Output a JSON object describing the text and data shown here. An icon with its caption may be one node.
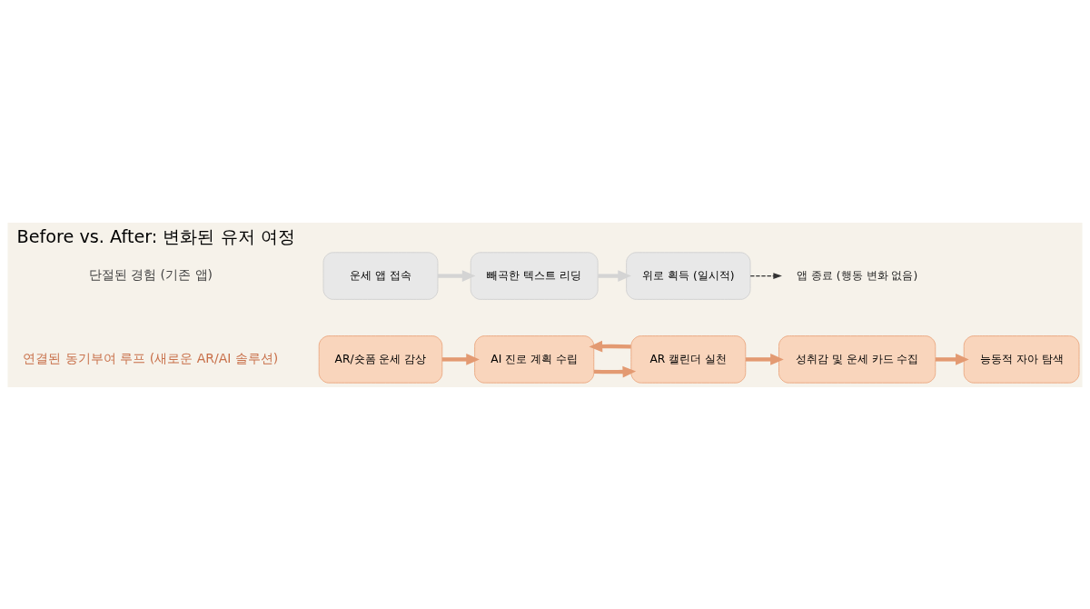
{
  "diagram": {
    "title": "Before vs. After: 변화된 유저 여정",
    "nodes": [
      {
        "text": [
          "운세 앱 접속"
        ]
      },
      {
        "text": [
          "빼곡한 텍스트 리딩"
        ]
      },
      {
        "text": [
          "위로 획득 (일시적)"
        ]
      },
      {
        "text": [
          "앱 종료 (행동 변화 없음)"
        ]
      },
      {
        "text": [
          "AR/숏폼 운세 감상"
        ]
      },
      {
        "text": [
          "AI 진로 계획 수립"
        ]
      },
      {
        "text": [
          "AR 캘린더 실천"
        ]
      },
      {
        "text": [
          "성취감 및 운세 카드 수집"
        ]
      },
      {
        "text": [
          "능동적 자아 탐색"
        ]
      }
    ],
    "edges": [
      {
        "from": 0,
        "to": 1,
        "arrow": "to",
        "color": "#d4d4d4"
      },
      {
        "from": 1,
        "to": 2,
        "arrow": "to",
        "color": "#d4d4d4"
      },
      {
        "from": 2,
        "to": 3,
        "arrow": "to",
        "style": "dashed",
        "color": "#333333"
      },
      {
        "from": 4,
        "to": 5,
        "arrow": "to"
      },
      {
        "from": 5,
        "to": 6,
        "arrow": "to"
      },
      {
        "from": 6,
        "to": 7,
        "arrow": "to"
      },
      {
        "from": 7,
        "to": 8,
        "arrow": "to"
      },
      {
        "from": 6,
        "to": 5,
        "arrow": "to"
      }
    ],
    "labels": [
      "단절된 경험 (기존 앱)",
      "연결된 동기부여 루프 (새로운 AR/AI 솔루션)"
    ]
  }
}
